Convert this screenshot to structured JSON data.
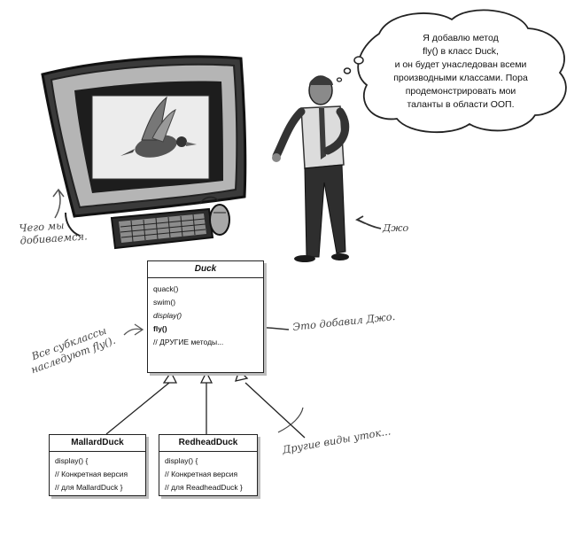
{
  "bubble": {
    "lines": [
      "Я добавлю метод",
      "fly() в класс Duck,",
      "и он будет унаследован всеми",
      "производными классами. Пора",
      "продемонстрировать мои",
      "таланты в области ООП."
    ]
  },
  "annotations": {
    "goal_line1": "Чего мы",
    "goal_line2": "добиваемся.",
    "joe": "Джо",
    "added_by_joe": "Это добавил Джо.",
    "all_subclasses_line1": "Все субклассы",
    "all_subclasses_line2": "наследуют fly().",
    "other_ducks": "Другие виды уток..."
  },
  "duck_class": {
    "name": "Duck",
    "methods": [
      "quack()",
      "swim()",
      "display()",
      "fly()",
      "// ДРУГИЕ методы..."
    ]
  },
  "mallard_class": {
    "name": "MallardDuck",
    "methods": [
      "display() {",
      "// Конкретная версия",
      "// для MallardDuck }"
    ]
  },
  "redhead_class": {
    "name": "RedheadDuck",
    "methods": [
      "display() {",
      "// Конкретная версия",
      "// для ReadheadDuck }"
    ]
  }
}
